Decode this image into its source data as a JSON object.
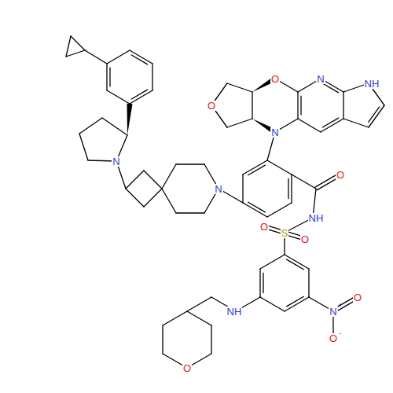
{
  "diagram": {
    "labels": [
      "O",
      "O",
      "N",
      "NH",
      "N",
      "N",
      "N",
      "O",
      "NH",
      "S",
      "O",
      "O",
      "N",
      "+",
      "O",
      "O",
      "-",
      "NH",
      "O"
    ]
  }
}
